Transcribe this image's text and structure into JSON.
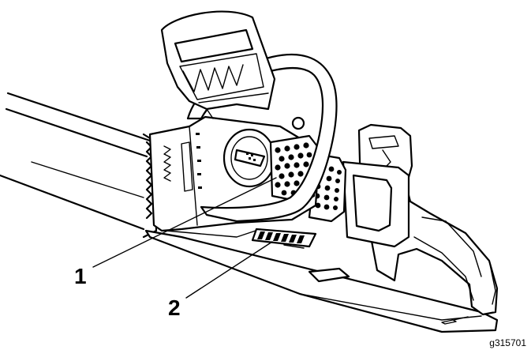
{
  "callouts": [
    {
      "number": "1",
      "part": "battery-vent-grille"
    },
    {
      "number": "2",
      "part": "motor-vents"
    }
  ],
  "figure_id": "g315701",
  "colors": {
    "ink": "#000000",
    "paper": "#ffffff"
  }
}
